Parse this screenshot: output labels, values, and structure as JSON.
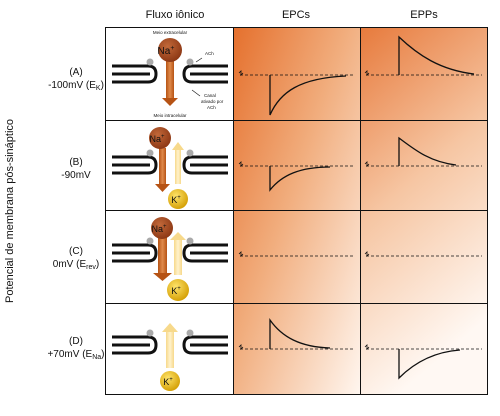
{
  "headers": {
    "flux": "Fluxo iônico",
    "epc": "EPCs",
    "epp": "EPPs"
  },
  "y_axis": "Potencial de membrana pós-sináptico",
  "rows": [
    {
      "letter": "(A)",
      "voltage": "-100mV (E",
      "sub": "K",
      "tail": ")",
      "epc": "inward",
      "epp": "up"
    },
    {
      "letter": "(B)",
      "voltage": "-90mV",
      "sub": "",
      "tail": "",
      "epc": "inward-small",
      "epp": "up-small"
    },
    {
      "letter": "(C)",
      "voltage": "0mV (E",
      "sub": "rev",
      "tail": ")",
      "epc": "flat",
      "epp": "flat"
    },
    {
      "letter": "(D)",
      "voltage": "+70mV (E",
      "sub": "Na",
      "tail": ")",
      "epc": "outward",
      "epp": "down"
    }
  ],
  "ions": {
    "na": "Na",
    "k": "K",
    "charge": "+"
  },
  "annotations": {
    "extracellular": "Meio extracelular",
    "intracellular": "Meio intracelular",
    "ach": "ACh",
    "channel": [
      "Canal",
      "ativado por",
      "ACh"
    ]
  },
  "colors": {
    "grid": "#111111",
    "orange_dark": "#e07a3a",
    "na_arrow": "#c8661a",
    "na_circle": "#a0461a",
    "k_circle": "#e0b000",
    "k_arrow": "#ffe7a6"
  }
}
